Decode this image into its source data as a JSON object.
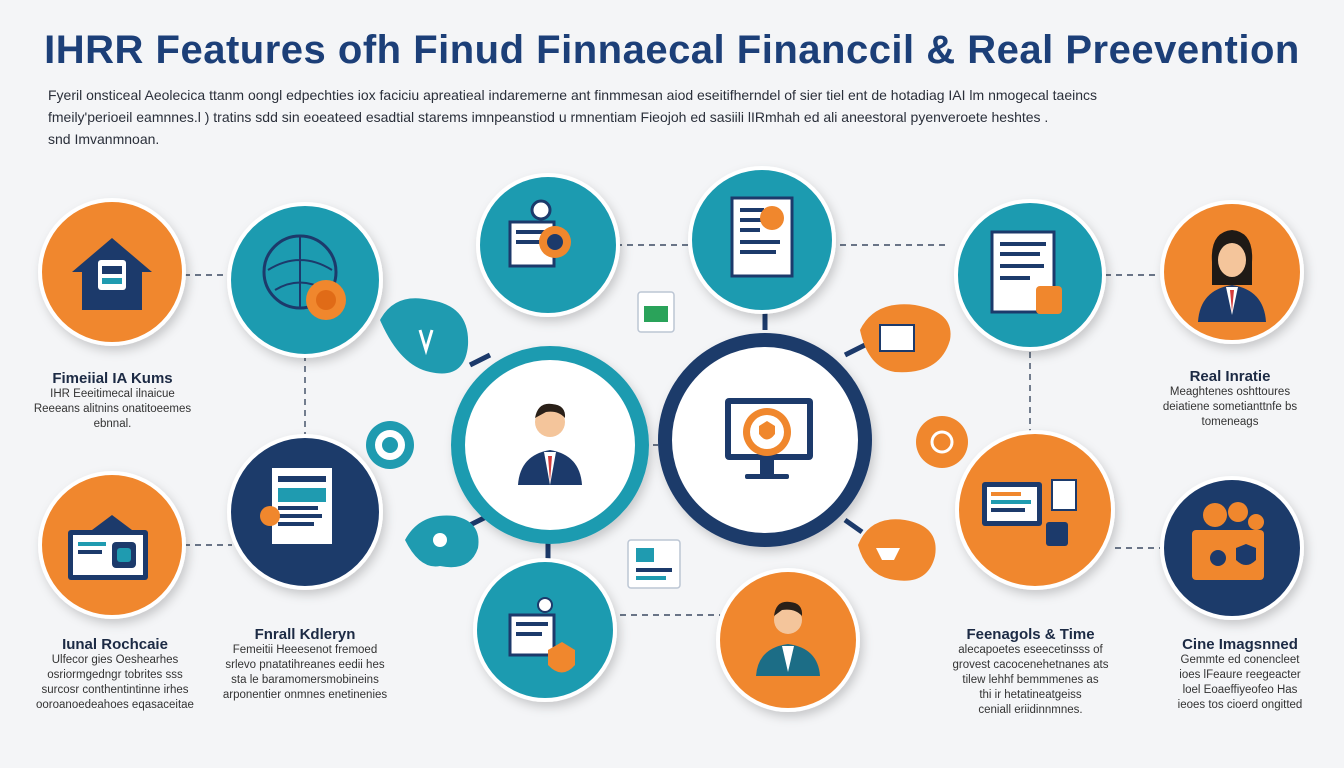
{
  "title": "IHRR Features ofh Finud Finnaecal Financcil & Real Preevention",
  "intro": {
    "line1": "Fyeril onsticeal Aeolecica ttanm oongl edpechties iox faciciu apreatieal indaremerne ant finmmesan aiod eseitifherndel of sier tiel ent de hotadiag IAI lm nmogecal taeincs",
    "line2": "fmeily'perioeil eamnnes.l ) tratins sdd sin eoeateed esadtial starems imnpeanstiod u rmnentiam Fieojoh ed sasiili lIRmhah ed ali aneestoral pyenveroete heshtes .",
    "line3": "snd Imvanmnoan."
  },
  "labels": {
    "left_top": {
      "heading": "Fimeiial IA Kums",
      "lines": [
        "IHR Eeeitimecal ilnaicue",
        "Reeeans alitnins onatitoeemes",
        "ebnnal."
      ]
    },
    "left_bottom": {
      "heading": "Iunal Rochcaie",
      "lines": [
        "Ulfecor gies Oeshearhes",
        "osriormgedngr tobrites sss",
        "surcosr conthentintinne irhes",
        "ooroanoedeahoes eqasaceitae"
      ]
    },
    "center_left_bottom": {
      "heading": "Fnrall Kdleryn",
      "lines": [
        "Femeitii Heeesenot fremoed",
        "srlevo pnatatihreanes eedii hes",
        "sta le baramomersmobineins",
        "arponentier onmnes enetinenies"
      ]
    },
    "right_top": {
      "heading": "Real Inratie",
      "lines": [
        "Meaghtenes oshttoures",
        "deiatiene sometianttnfe bs",
        "tomeneags"
      ]
    },
    "center_right_bottom": {
      "heading": "Feenagols & Time",
      "lines": [
        "alecapoetes eseecetinsss of",
        "grovest cacocenehetnanes ats",
        "tilew lehhf bemmmenes as",
        "thi ir hetatineatgeiss",
        "ceniall eriidinnmnes."
      ]
    },
    "right_bottom": {
      "heading": "Cine Imagsnned",
      "lines": [
        "Gemmte ed conencleet",
        "ioes lFeaure reegeacter",
        "loel Eoaeffiyeofeo Has",
        "ieoes tos cioerd ongitted"
      ]
    }
  },
  "palette": {
    "teal": "#1f9bb0",
    "navy": "#1c3a6b",
    "orange": "#f0872d",
    "ring": "#ffffff",
    "icon_bg": "#ffffff"
  },
  "nodes": [
    {
      "name": "house-node",
      "icon": "house-icon"
    },
    {
      "name": "globe-node",
      "icon": "globe-icon"
    },
    {
      "name": "document-search-node",
      "icon": "document-search-icon"
    },
    {
      "name": "report-node",
      "icon": "report-icon"
    },
    {
      "name": "clipboard-node",
      "icon": "clipboard-icon"
    },
    {
      "name": "businesswoman-node",
      "icon": "businesswoman-icon"
    },
    {
      "name": "central-person-node",
      "icon": "businessman-icon"
    },
    {
      "name": "central-monitor-node",
      "icon": "monitor-shield-icon"
    },
    {
      "name": "laptop-house-node",
      "icon": "laptop-house-icon"
    },
    {
      "name": "documents-node",
      "icon": "documents-icon"
    },
    {
      "name": "bottom-document-node",
      "icon": "document-lock-icon"
    },
    {
      "name": "bottom-person-node",
      "icon": "person-icon"
    },
    {
      "name": "screen-node",
      "icon": "screen-icon"
    },
    {
      "name": "briefcase-node",
      "icon": "briefcase-icon"
    }
  ]
}
